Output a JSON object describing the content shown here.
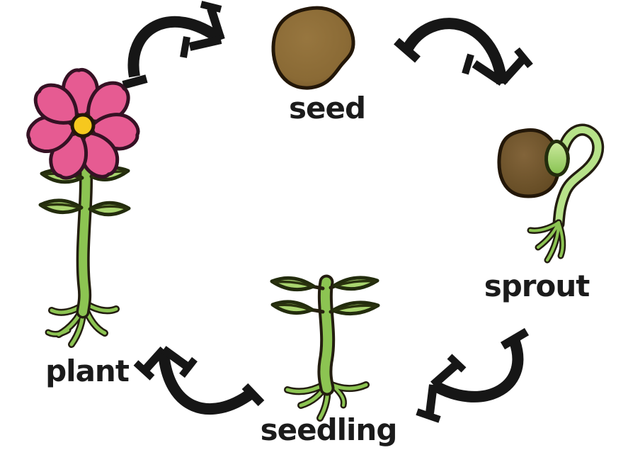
{
  "stages": {
    "seed": {
      "label": "seed"
    },
    "sprout": {
      "label": "sprout"
    },
    "seedling": {
      "label": "seedling"
    },
    "plant": {
      "label": "plant"
    }
  },
  "cycle": {
    "type": "cycle-diagram",
    "direction": "clockwise",
    "order": [
      "seed",
      "sprout",
      "seedling",
      "plant"
    ],
    "arrows": [
      {
        "from": "plant",
        "to": "seed"
      },
      {
        "from": "seed",
        "to": "sprout"
      },
      {
        "from": "sprout",
        "to": "seedling"
      },
      {
        "from": "seedling",
        "to": "plant"
      }
    ]
  },
  "colors": {
    "background": "#ffffff",
    "outline": "#231d10",
    "arrow": "#161616",
    "label_text": "#1b1b1b",
    "seed_brown": "#97763f",
    "seed_brown_dark": "#6e5128",
    "sprout_seed_brown": "#82643a",
    "sprout_seed_brown_dark": "#5f4720",
    "stem_green": "#8cc452",
    "stem_green_light": "#b7e289",
    "leaf_green": "#a9d46f",
    "leaf_green_light": "#cdeb9f",
    "petal_pink": "#e65b92",
    "flower_center_yellow": "#f6c81e"
  }
}
